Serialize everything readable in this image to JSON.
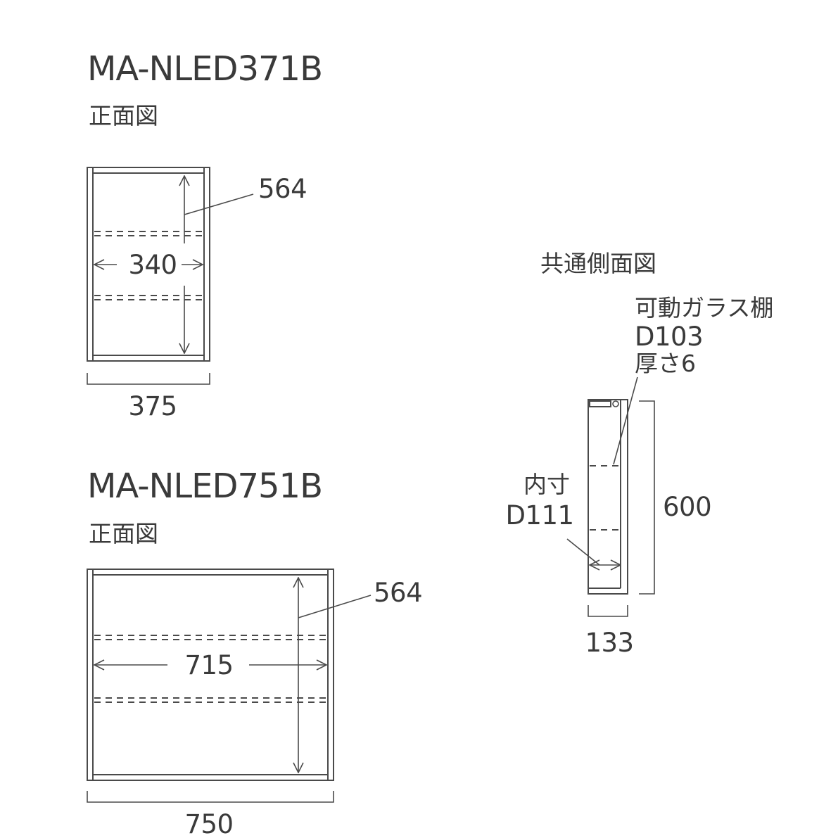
{
  "model_a": {
    "name": "MA-NLED371B",
    "view_label": "正面図",
    "height_dim": "564",
    "inner_width_dim": "340",
    "outer_width_dim": "375"
  },
  "model_b": {
    "name": "MA-NLED751B",
    "view_label": "正面図",
    "height_dim": "564",
    "inner_width_dim": "715",
    "outer_width_dim": "750"
  },
  "side_view": {
    "view_label": "共通側面図",
    "shelf_note_line1": "可動ガラス棚",
    "shelf_note_line2": "D103",
    "shelf_note_line3": "厚さ6",
    "inner_label_line1": "内寸",
    "inner_label_line2": "D111",
    "height_dim": "600",
    "depth_dim": "133"
  },
  "colors": {
    "line": "#4a4a4a",
    "text": "#3a3a3a",
    "background": "#ffffff"
  }
}
